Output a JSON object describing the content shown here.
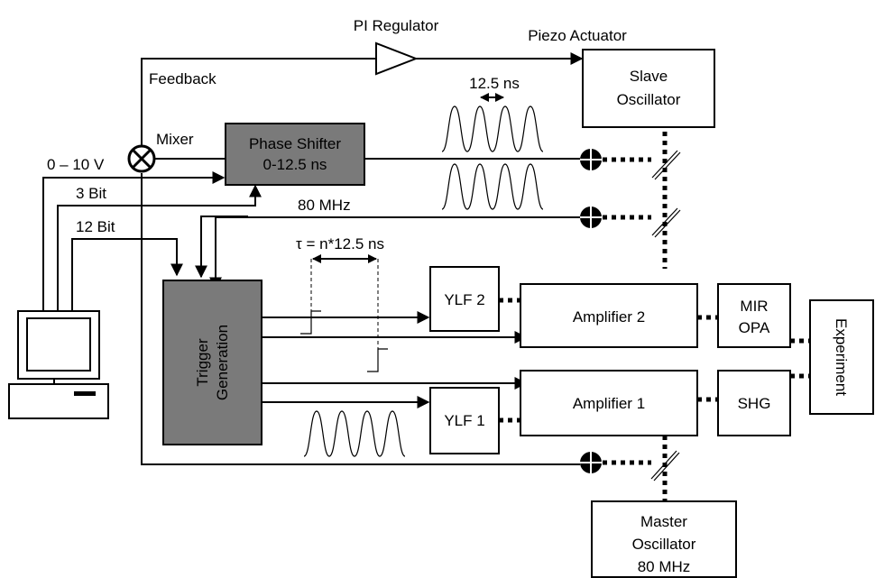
{
  "blocks": {
    "pi_regulator": "PI Regulator",
    "piezo_actuator": "Piezo Actuator",
    "feedback": "Feedback",
    "mixer": "Mixer",
    "slave_osc_l1": "Slave",
    "slave_osc_l2": "Oscillator",
    "phase_shifter_l1": "Phase Shifter",
    "phase_shifter_l2": "0-12.5 ns",
    "trigger_l1": "Trigger",
    "trigger_l2": "Generation",
    "ylf2": "YLF 2",
    "ylf1": "YLF 1",
    "amp2": "Amplifier 2",
    "amp1": "Amplifier 1",
    "mir_l1": "MIR",
    "mir_l2": "OPA",
    "shg": "SHG",
    "experiment": "Experiment",
    "master_l1": "Master",
    "master_l2": "Oscillator",
    "master_l3": "80 MHz"
  },
  "signals": {
    "voltage": "0 – 10 V",
    "bit3": "3 Bit",
    "bit12": "12 Bit",
    "freq": "80 MHz",
    "period": "12.5 ns",
    "tau": "τ = n*12.5 ns"
  },
  "icons": [
    "mixer-icon",
    "photodiode-icon",
    "beam-splitter-icon",
    "computer-icon",
    "amplifier-triangle-icon",
    "pulse-train-icon"
  ]
}
